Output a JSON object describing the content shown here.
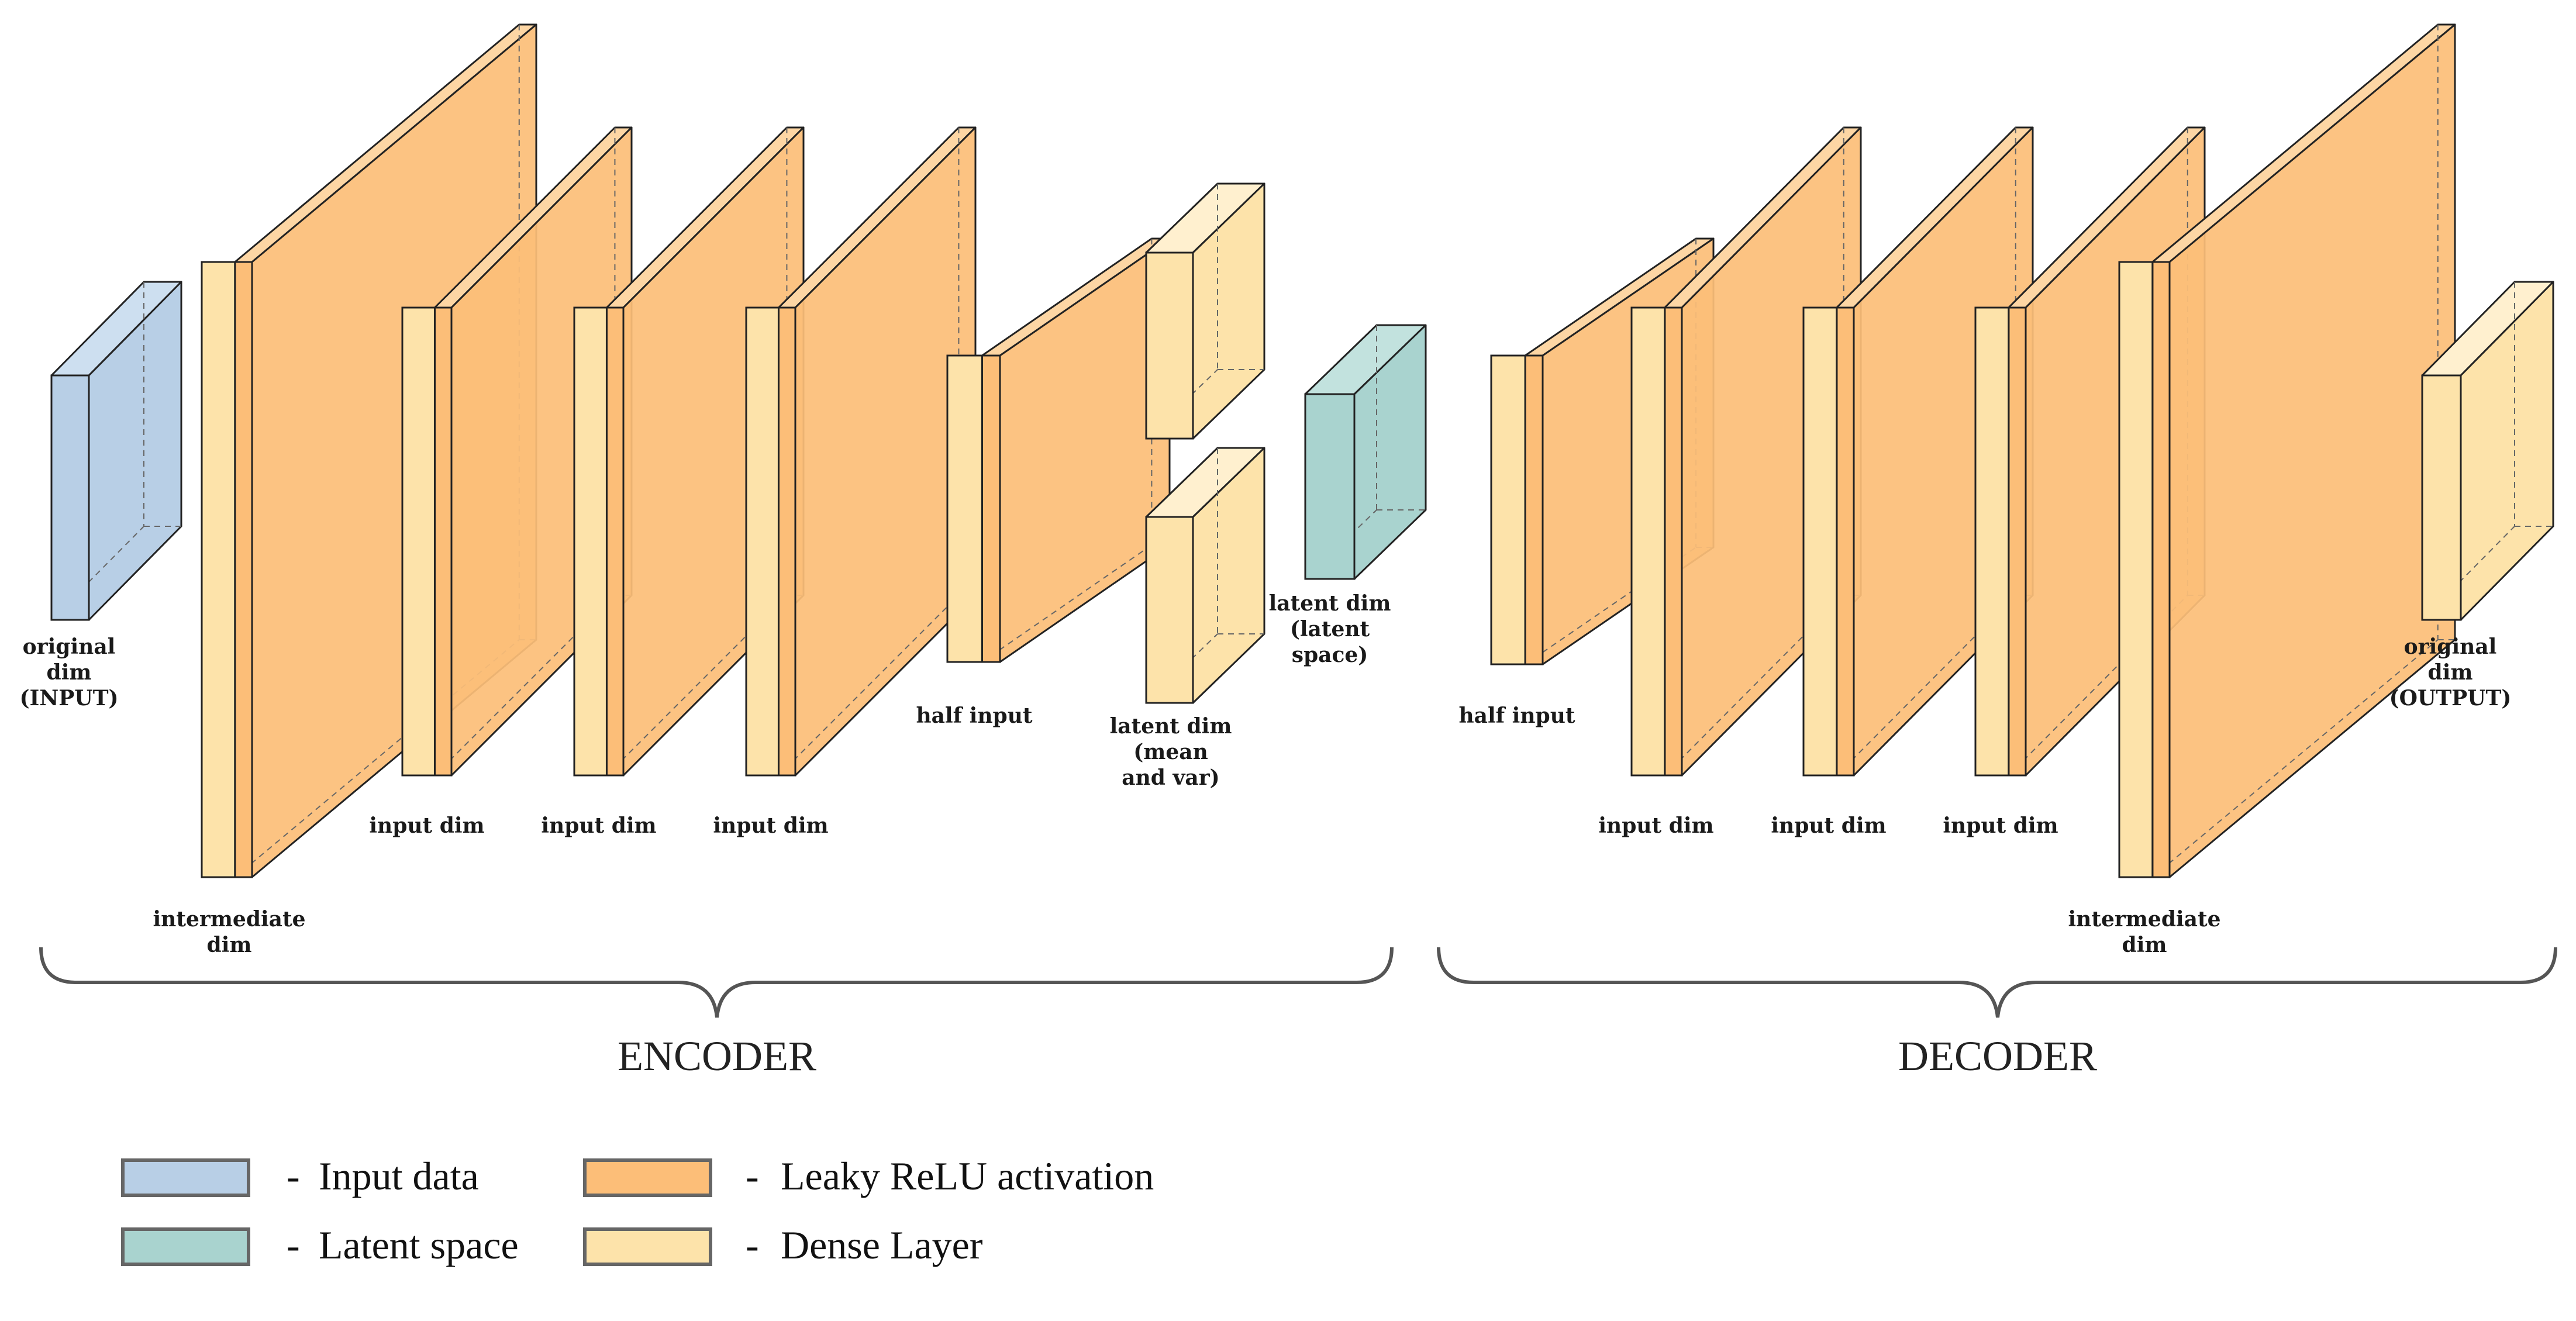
{
  "colors": {
    "input": "#b8cfe6",
    "input_top": "#cddff0",
    "latent": "#a9d3cf",
    "latent_top": "#c2e2de",
    "leaky": "#fcbe78",
    "leaky_top": "#fdd6a4",
    "leaky_face": "#fba95f",
    "dense": "#fde3aa",
    "dense_top": "#fff0cf",
    "outline": "#222222",
    "bracket": "#555555"
  },
  "encoder": {
    "label": "ENCODER",
    "layers": [
      {
        "id": "input",
        "label_lines": [
          "original",
          "dim",
          "(INPUT)"
        ]
      },
      {
        "id": "inter",
        "label_lines": [
          "intermediate",
          "dim"
        ]
      },
      {
        "id": "in1",
        "label_lines": [
          "input dim"
        ]
      },
      {
        "id": "in2",
        "label_lines": [
          "input dim"
        ]
      },
      {
        "id": "in3",
        "label_lines": [
          "input dim"
        ]
      },
      {
        "id": "half",
        "label_lines": [
          "half input"
        ]
      },
      {
        "id": "meanvar",
        "label_lines": [
          "latent dim",
          "(mean",
          "and var)"
        ]
      },
      {
        "id": "latent",
        "label_lines": [
          "latent dim",
          "(latent",
          "space)"
        ]
      }
    ]
  },
  "decoder": {
    "label": "DECODER",
    "layers": [
      {
        "id": "half",
        "label_lines": [
          "half input"
        ]
      },
      {
        "id": "in1",
        "label_lines": [
          "input dim"
        ]
      },
      {
        "id": "in2",
        "label_lines": [
          "input dim"
        ]
      },
      {
        "id": "in3",
        "label_lines": [
          "input dim"
        ]
      },
      {
        "id": "inter",
        "label_lines": [
          "intermediate",
          "dim"
        ]
      },
      {
        "id": "output",
        "label_lines": [
          "original",
          "dim",
          "(OUTPUT)"
        ]
      }
    ]
  },
  "legend": [
    {
      "key": "input",
      "text": "Input data"
    },
    {
      "key": "leaky",
      "text": "Leaky ReLU activation"
    },
    {
      "key": "latent",
      "text": "Latent space"
    },
    {
      "key": "dense",
      "text": "Dense Layer"
    }
  ],
  "legend_dash": "-"
}
